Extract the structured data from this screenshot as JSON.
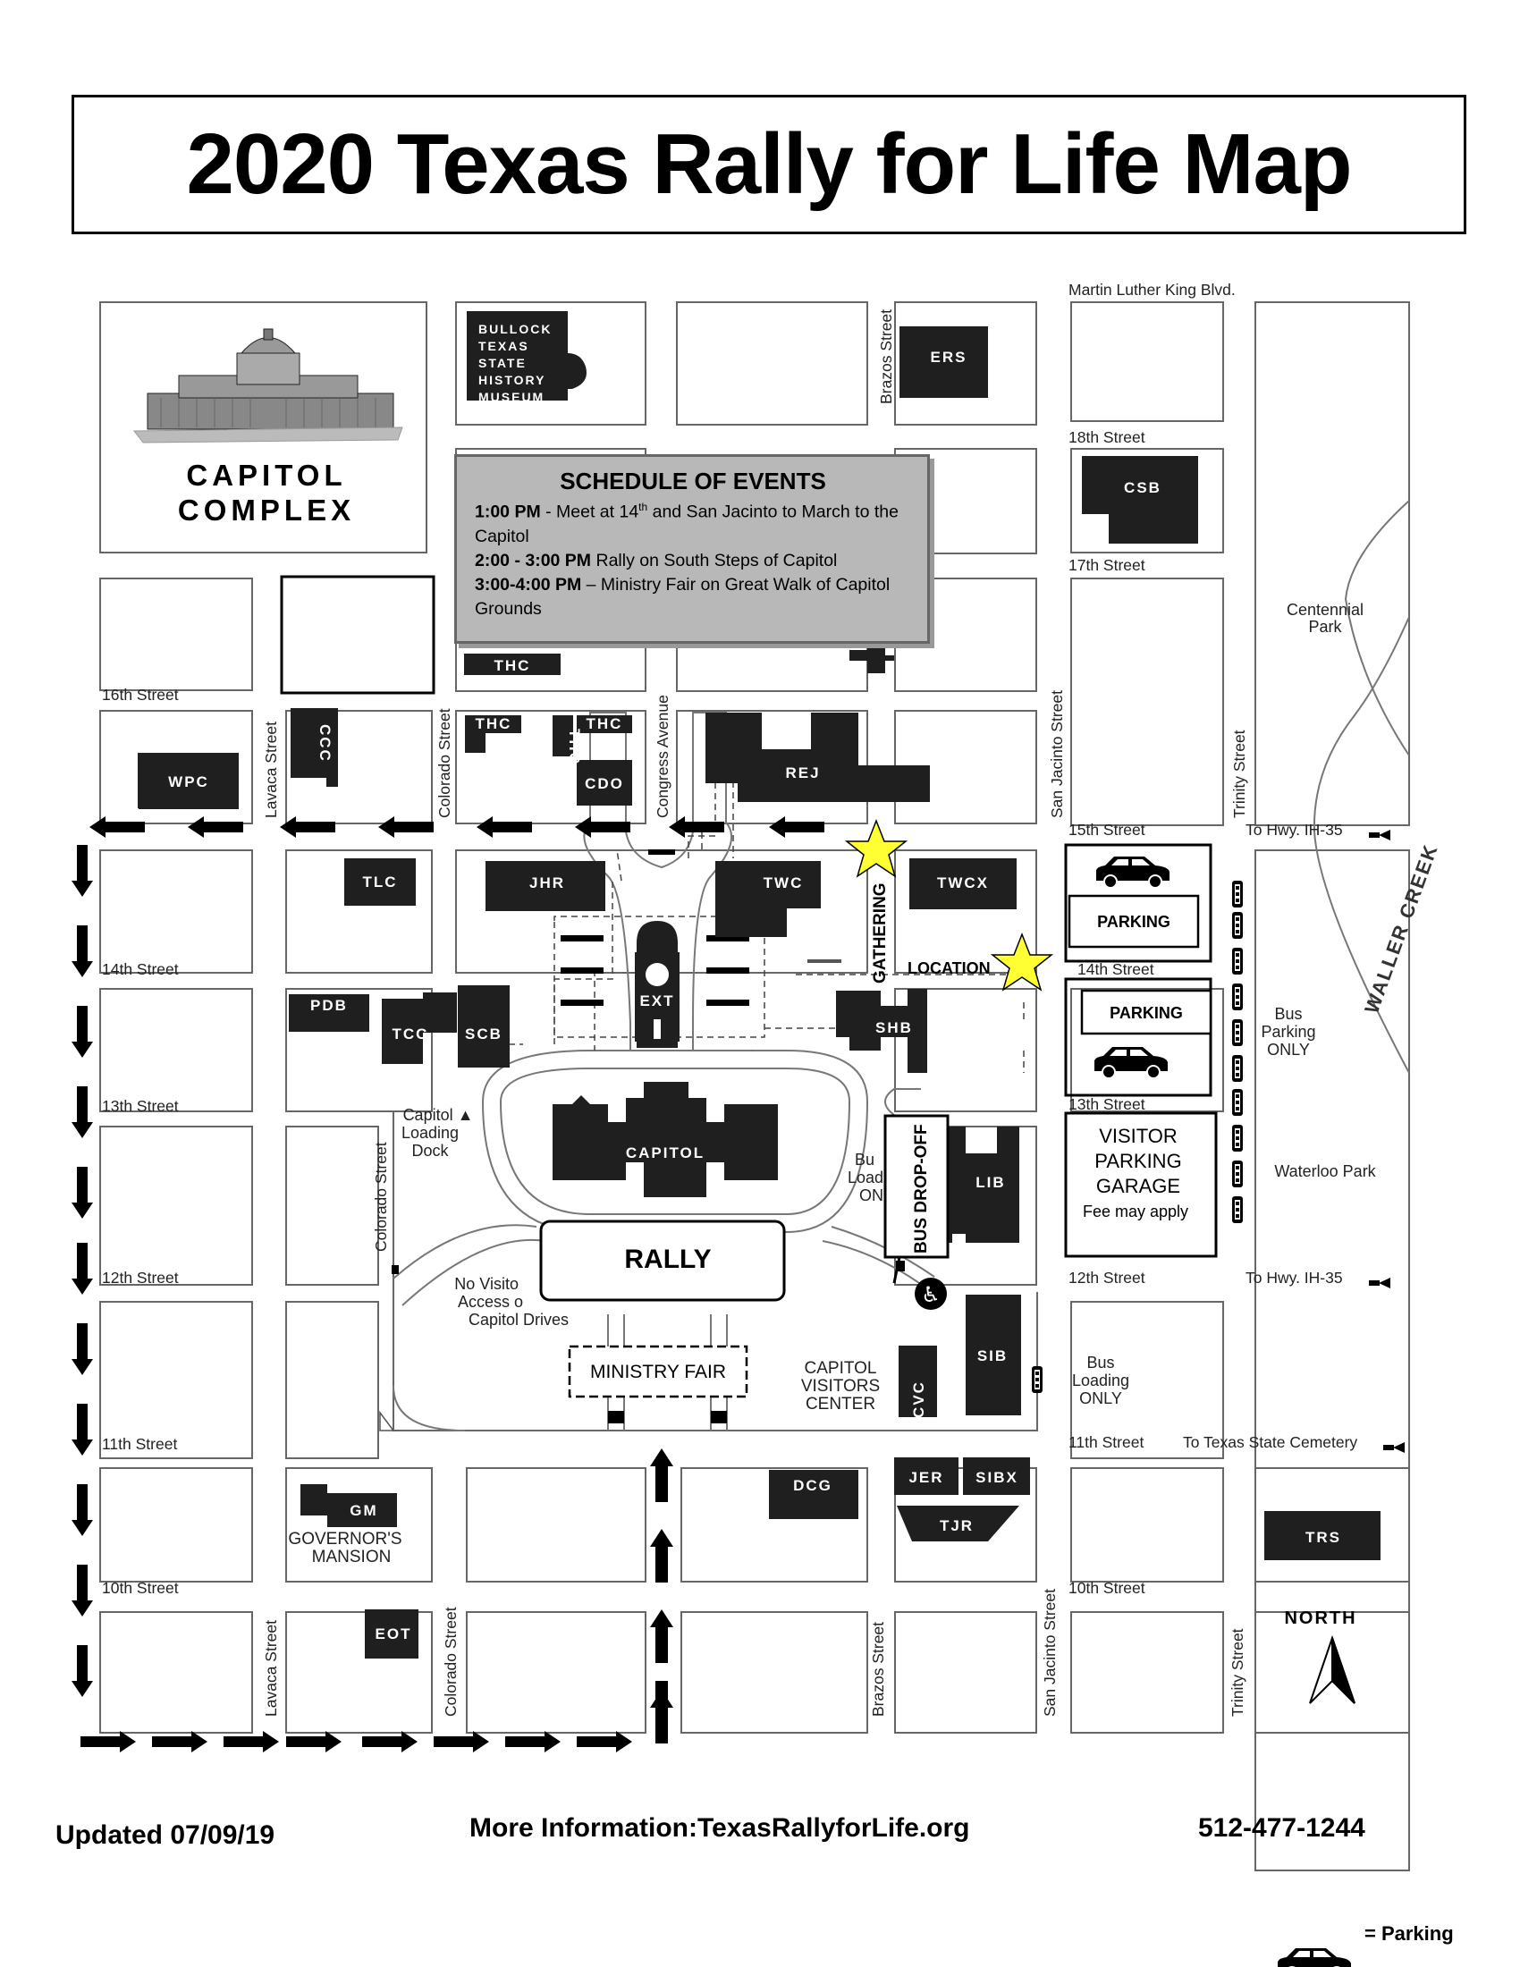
{
  "title": "2020 Texas Rally for Life Map",
  "schedule": {
    "heading": "SCHEDULE OF EVENTS",
    "items": [
      {
        "time": "1:00 PM",
        "text": " - Meet at 14",
        "sup": "th",
        "text2": " and San Jacinto to March to the Capitol"
      },
      {
        "time": "2:00 - 3:00 PM",
        "text": " Rally on South Steps of Capitol"
      },
      {
        "time": "3:00-4:00 PM",
        "text": " – Ministry Fair on Great Walk of Capitol Grounds"
      }
    ]
  },
  "capitol_complex": {
    "line1": "CAPITOL",
    "line2": "COMPLEX"
  },
  "museum": {
    "line1": "BULLOCK",
    "line2": "TEXAS",
    "line3": "STATE",
    "line4": "HISTORY",
    "line5": "MUSEUM"
  },
  "streets": {
    "mlk": "Martin Luther King Blvd.",
    "s18": "18th Street",
    "s17": "17th Street",
    "s16": "16th Street",
    "s15": "15th Street",
    "s14": "14th Street",
    "s13": "13th Street",
    "s12": "12th Street",
    "s11": "11th Street",
    "s10": "10th Street",
    "brazos": "Brazos Street",
    "lavaca": "Lavaca Street",
    "colorado": "Colorado Street",
    "congress": "Congress Avenue",
    "san_jacinto": "San Jacinto Street",
    "trinity": "Trinity Street",
    "hwy1": "To Hwy. IH-35",
    "hwy2": "To Hwy. IH-35",
    "cemetery": "To Texas State Cemetery",
    "waller": "WALLER  CREEK"
  },
  "buildings": {
    "ers": "ERS",
    "csb": "CSB",
    "thc1": "THC",
    "thc2": "THC",
    "thc3": "THC",
    "thc4": "THC",
    "thc5": "THC",
    "ccc": "CCC",
    "wpc": "WPC",
    "cdo": "CDO",
    "rej": "REJ",
    "tlc": "TLC",
    "jhr": "JHR",
    "twc": "TWC",
    "twcx1": "TWCX",
    "twcx2": "TWCX",
    "pdb": "PDB",
    "tcc": "TCC",
    "scb": "SCB",
    "ext": "EXT",
    "shb": "SHB",
    "capitol": "CAPITOL",
    "lib": "LIB",
    "sib": "SIB",
    "cvc": "CVC",
    "dcg": "DCG",
    "jer": "JER",
    "sibx": "SIBX",
    "tjr": "TJR",
    "gm": "GM",
    "eot": "EOT",
    "trs": "TRS"
  },
  "labels": {
    "centennial1": "Centennial",
    "centennial2": "Park",
    "waterloo": "Waterloo Park",
    "bus_parking1": "Bus",
    "bus_parking2": "Parking",
    "bus_parking3": "ONLY",
    "bus_loading1": "Bus",
    "bus_loading2": "Loading",
    "bus_loading3": "ONLY",
    "loading_dock1": "Capitol ▲",
    "loading_dock2": "Loading",
    "loading_dock3": "Dock",
    "no_visitor1": "No Visito",
    "no_visitor2": "Access o",
    "no_visitor3": "Capitol Drives",
    "cvc1": "CAPITOL",
    "cvc2": "VISITORS",
    "cvc3": "CENTER",
    "gov1": "GOVERNOR'S",
    "gov2": "MANSION",
    "bu1": "Bu",
    "bu2": "Load",
    "bu3": "ON",
    "gathering": "GATHERING",
    "location": "LOCATION",
    "parking1": "PARKING",
    "parking2": "PARKING",
    "garage1": "VISITOR",
    "garage2": "PARKING",
    "garage3": "GARAGE",
    "garage4": "Fee may apply",
    "bus_dropoff": "BUS DROP-OFF",
    "rally": "RALLY",
    "ministry_fair": "MINISTRY FAIR",
    "north": "NORTH"
  },
  "footer": {
    "updated": "Updated 07/09/19",
    "info": "More Information:TexasRallyforLife.org",
    "phone": "512-477-1244",
    "legend": "= Parking"
  },
  "colors": {
    "building": "#1f1f1f",
    "star": "#ffff33",
    "schedule_bg": "#b8b8b8"
  }
}
